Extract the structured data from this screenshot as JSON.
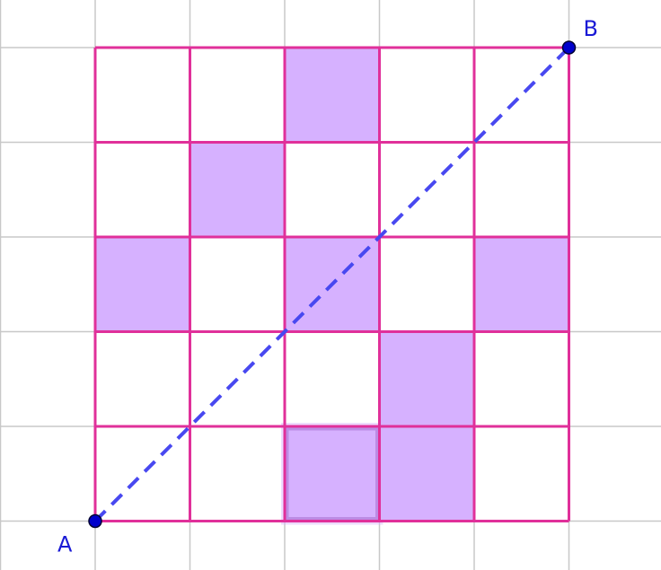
{
  "grid": {
    "columns": 5,
    "rows": 5,
    "shaded_cells": [
      {
        "col": 2,
        "row": 0
      },
      {
        "col": 1,
        "row": 1
      },
      {
        "col": 0,
        "row": 2
      },
      {
        "col": 2,
        "row": 2
      },
      {
        "col": 4,
        "row": 2
      },
      {
        "col": 3,
        "row": 3
      },
      {
        "col": 2,
        "row": 4,
        "highlighted": true
      },
      {
        "col": 3,
        "row": 4
      }
    ]
  },
  "points": {
    "a": {
      "label": "A"
    },
    "b": {
      "label": "B"
    }
  },
  "colors": {
    "background_grid": "#c8c8c8",
    "grid_lines": "#e0309a",
    "cell_fill": "#d6b1ff",
    "segment": "#4848f0",
    "point_fill": "#0000cc",
    "label": "#1a1ad6"
  }
}
